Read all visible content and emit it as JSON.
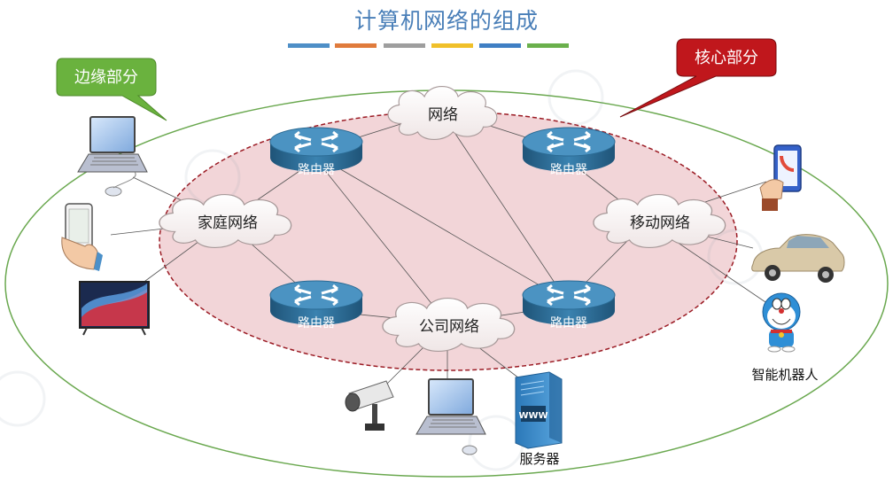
{
  "title": "计算机网络的组成",
  "title_bar_colors": [
    "#4e8fc7",
    "#e07b3c",
    "#9e9e9e",
    "#f0c02a",
    "#3f7fc4",
    "#6ab04c"
  ],
  "edge_label": "边缘部分",
  "core_label": "核心部分",
  "nodes": {
    "network": "网络",
    "home_network": "家庭网络",
    "mobile_network": "移动网络",
    "company_network": "公司网络",
    "router_label": "路由器",
    "server_label": "服务器",
    "server_sign": "WWW",
    "robot_label": "智能机器人"
  },
  "colors": {
    "edge_callout": "#6ab23e",
    "core_callout": "#c0171c",
    "edge_ellipse_border": "#6aa84f",
    "core_ellipse_fill": "#f2d5d8",
    "core_ellipse_border": "#9b1b24",
    "router": "#2f6f99",
    "title": "#4a7fb8"
  }
}
